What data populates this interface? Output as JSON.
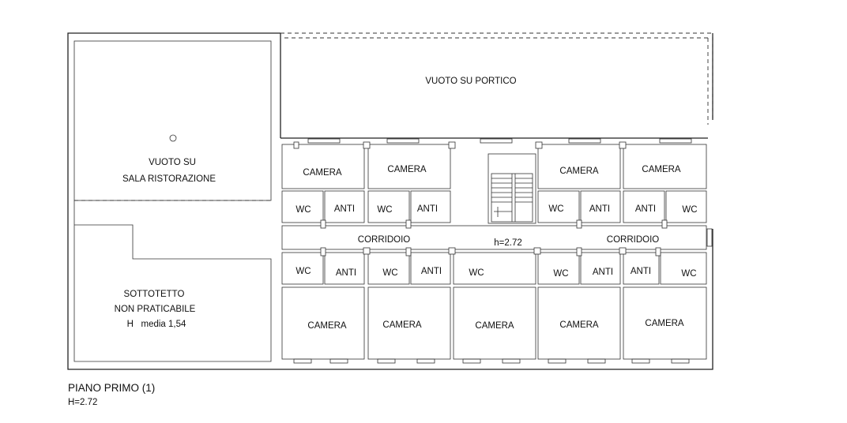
{
  "rooms": {
    "vuoto_portico": "VUOTO SU PORTICO",
    "vuoto_sala_1": "VUOTO SU",
    "vuoto_sala_2": "SALA RISTORAZIONE",
    "sottotetto_1": "SOTTOTETTO",
    "sottotetto_2": "NON PRATICABILE",
    "sottotetto_3": "H   media 1,54",
    "camera": "CAMERA",
    "wc": "WC",
    "anti": "ANTI",
    "corridoio": "CORRIDOIO",
    "corridor_height": "h=2.72"
  },
  "caption": {
    "title": "PIANO PRIMO (1)",
    "height": "H=2.72"
  }
}
